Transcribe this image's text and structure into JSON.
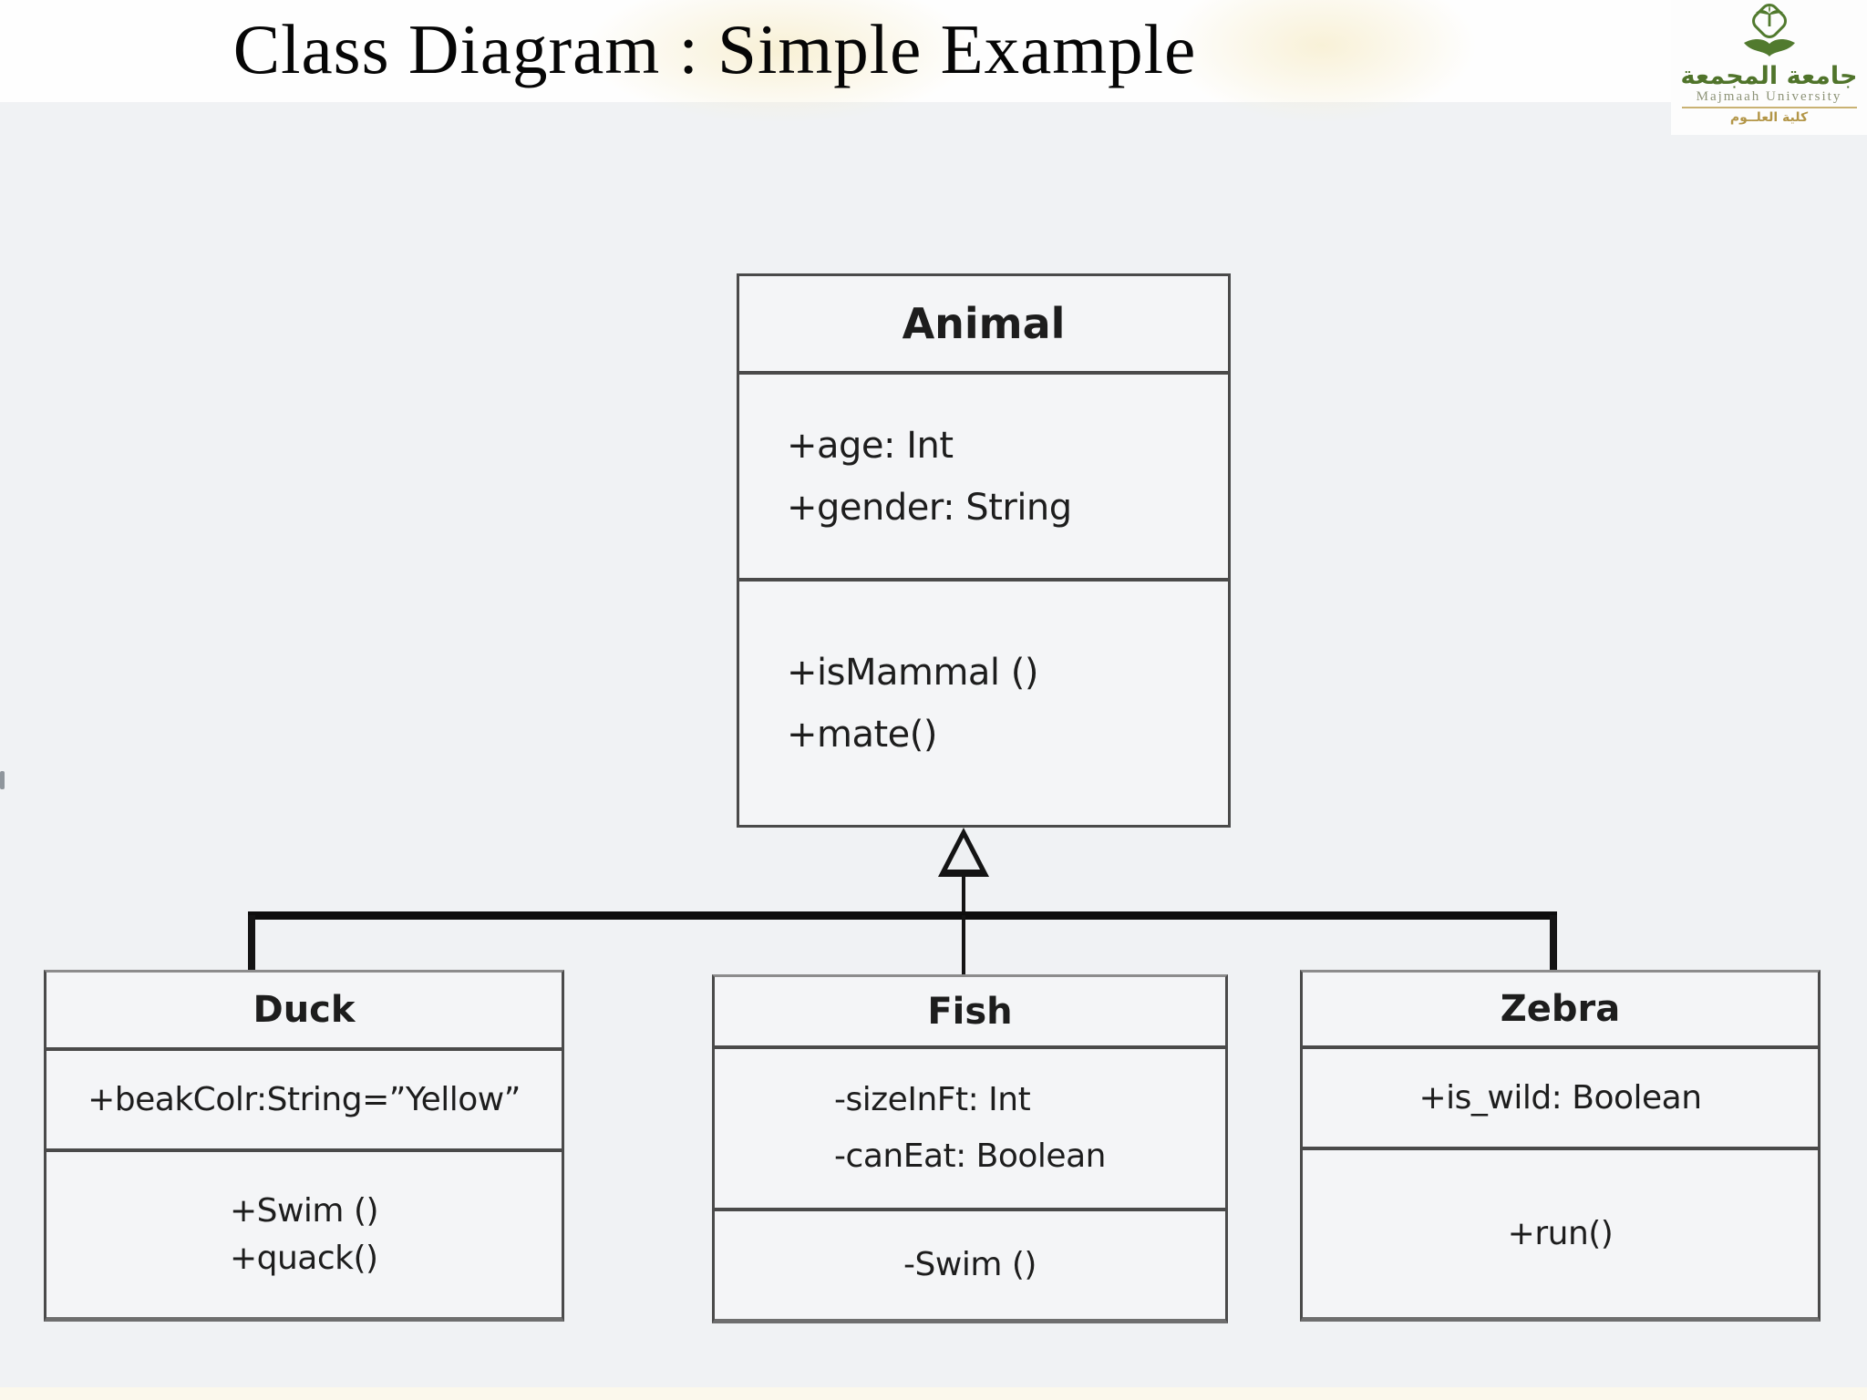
{
  "slide": {
    "title": "Class Diagram : Simple Example"
  },
  "logo": {
    "arabic_name": "جامعة المجمعة",
    "english_name": "Majmaah University",
    "college_arabic": "كلية العلــوم",
    "green": "#50742b",
    "gold": "#b39648"
  },
  "colors": {
    "panel_bg": "#f0f2f4",
    "box_fill": "#f4f5f7",
    "box_border": "#4a4a4a",
    "connector": "#141414",
    "text": "#1d1d1d"
  },
  "diagram": {
    "relationship": "inheritance",
    "parent": {
      "name": "Animal",
      "attributes": [
        "+age: Int",
        "+gender: String"
      ],
      "methods": [
        "+isMammal ()",
        "+mate()"
      ]
    },
    "children": [
      {
        "name": "Duck",
        "attributes": [
          "+beakColr:String=”Yellow”"
        ],
        "methods": [
          "+Swim ()",
          "+quack()"
        ]
      },
      {
        "name": "Fish",
        "attributes": [
          "-sizeInFt: Int",
          "-canEat: Boolean"
        ],
        "methods": [
          "-Swim ()"
        ]
      },
      {
        "name": "Zebra",
        "attributes": [
          "+is_wild: Boolean"
        ],
        "methods": [
          "+run()"
        ]
      }
    ]
  }
}
